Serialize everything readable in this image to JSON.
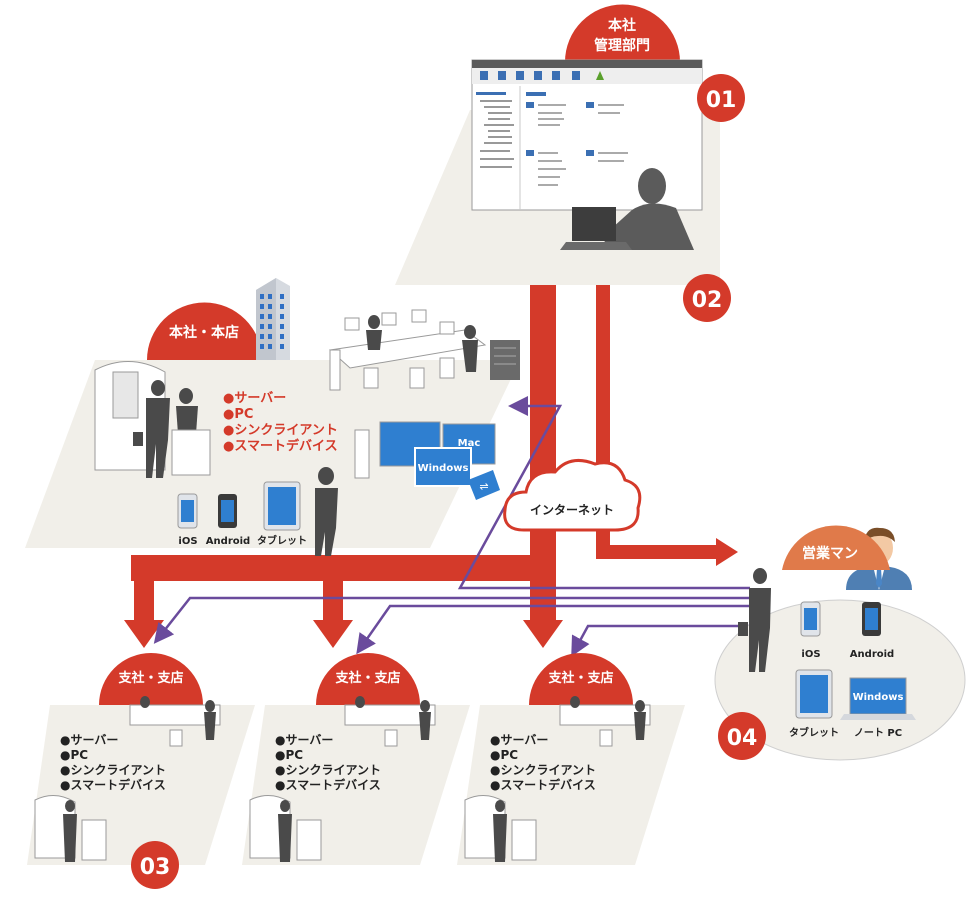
{
  "colors": {
    "accent_red": "#d43a2a",
    "connection_purple": "#6a4b9c",
    "panel_bg": "#f1efe9",
    "device_blue": "#2f7fd0",
    "sales_orange": "#e07a4a"
  },
  "hq_admin": {
    "label_line1": "本社",
    "label_line2": "管理部門",
    "badge_screen": "01",
    "badge_link": "02"
  },
  "hq_main": {
    "label": "本社・本店",
    "bullets": [
      "●サーバー",
      "●PC",
      "●シンクライアント",
      "●スマートデバイス"
    ],
    "devices": {
      "ios": "iOS",
      "android": "Android",
      "tablet": "タブレット",
      "mac": "Mac",
      "windows": "Windows"
    }
  },
  "cloud": {
    "label": "インターネット"
  },
  "branches": [
    {
      "label": "支社・支店",
      "bullets": [
        "●サーバー",
        "●PC",
        "●シンクライアント",
        "●スマートデバイス"
      ]
    },
    {
      "label": "支社・支店",
      "bullets": [
        "●サーバー",
        "●PC",
        "●シンクライアント",
        "●スマートデバイス"
      ]
    },
    {
      "label": "支社・支店",
      "bullets": [
        "●サーバー",
        "●PC",
        "●シンクライアント",
        "●スマートデバイス"
      ]
    }
  ],
  "branch_badge": "03",
  "sales": {
    "label": "営業マン",
    "badge": "04",
    "devices": {
      "ios": "iOS",
      "android": "Android",
      "tablet": "タブレット",
      "notebook": "ノート PC",
      "windows": "Windows"
    }
  }
}
